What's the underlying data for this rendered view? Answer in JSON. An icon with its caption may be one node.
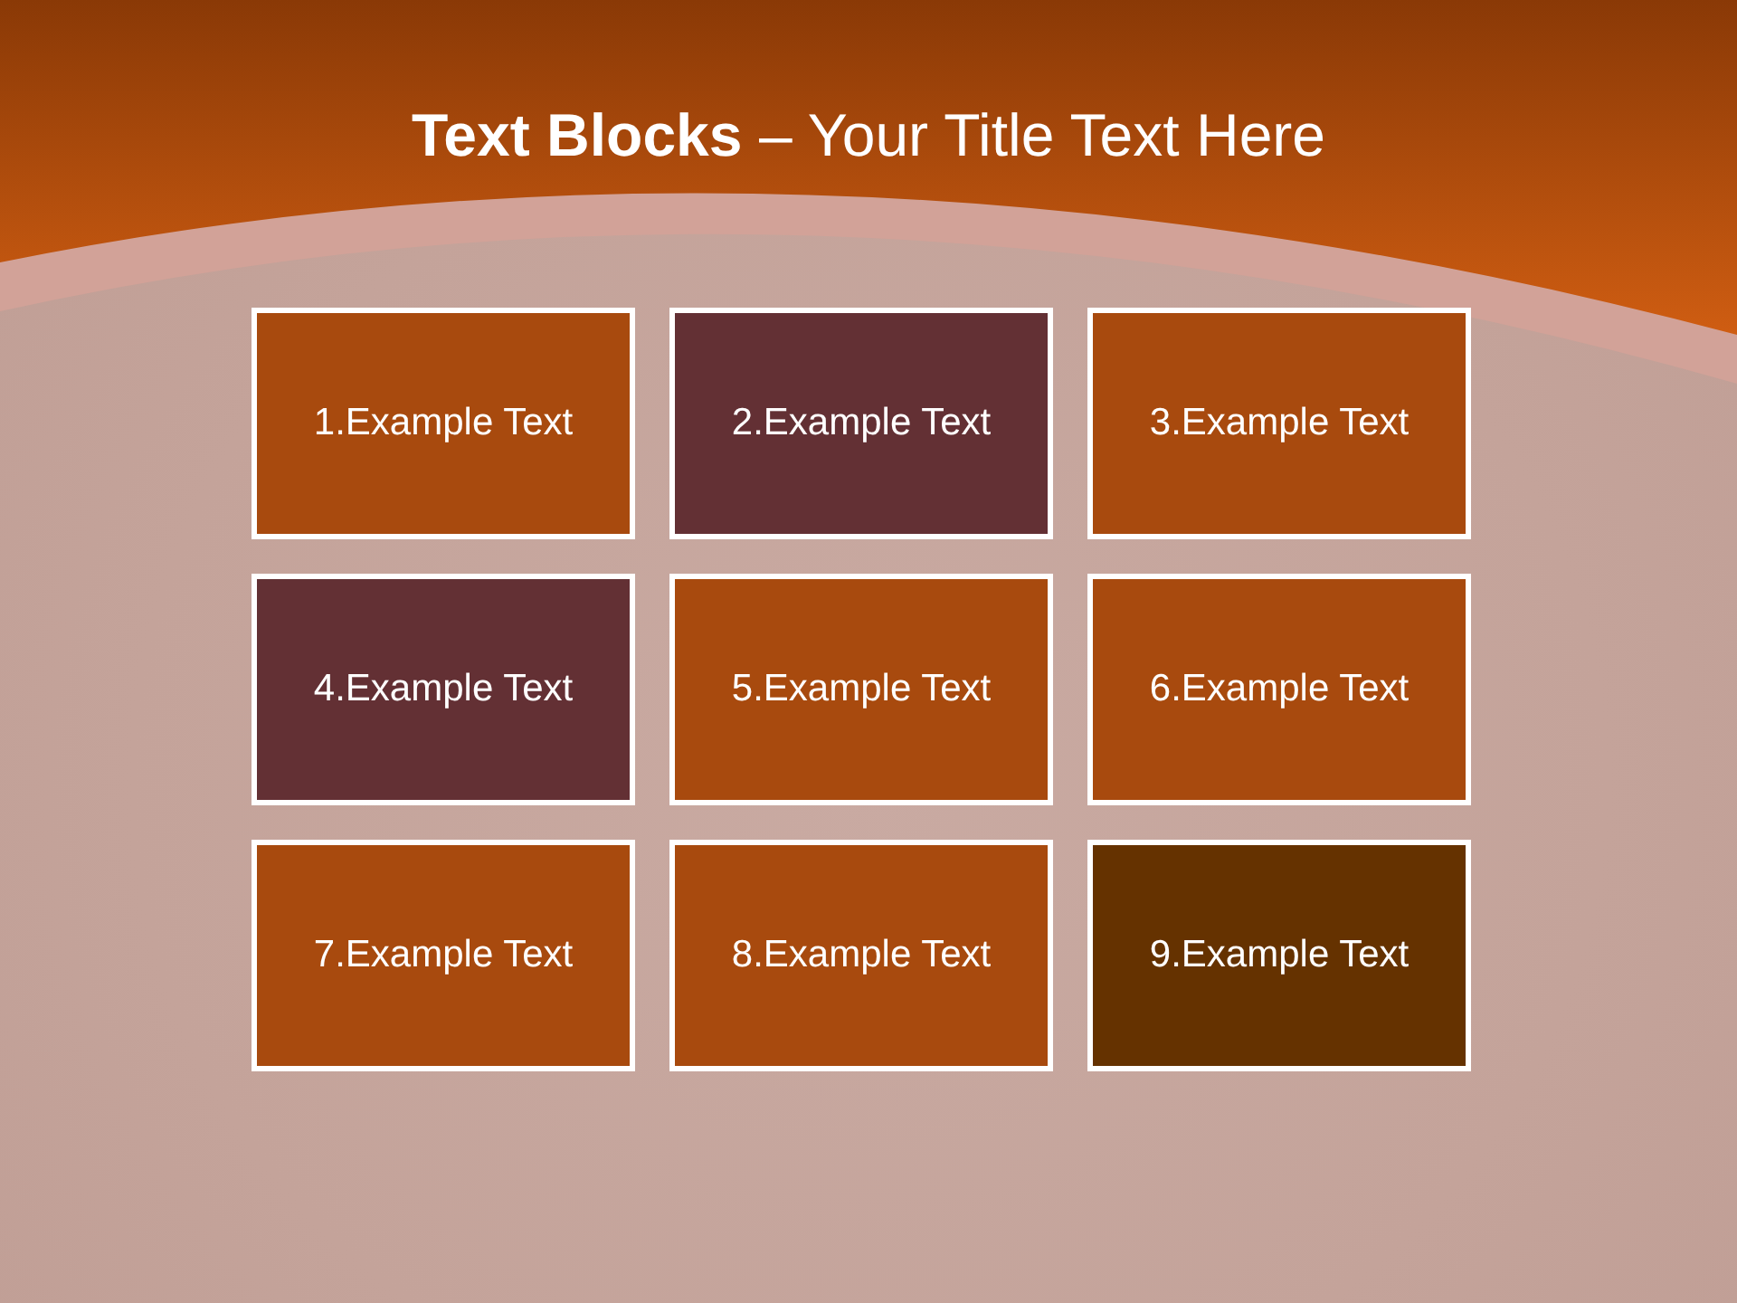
{
  "diagram": {
    "title": "**Text Blocks** – Your Title Text Here",
    "nodes": [
      {
        "text": [
          "1.Example Text"
        ]
      },
      {
        "text": [
          "2.Example Text"
        ]
      },
      {
        "text": [
          "3.Example Text"
        ]
      },
      {
        "text": [
          "4.Example Text"
        ]
      },
      {
        "text": [
          "5.Example Text"
        ]
      },
      {
        "text": [
          "6.Example Text"
        ]
      },
      {
        "text": [
          "7.Example Text"
        ]
      },
      {
        "text": [
          "8.Example Text"
        ]
      },
      {
        "text": [
          "9.Example Text"
        ]
      }
    ]
  }
}
